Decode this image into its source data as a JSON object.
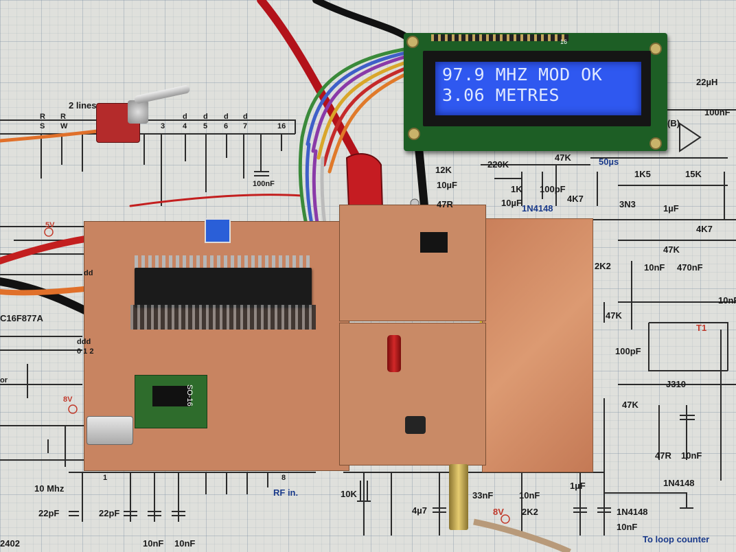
{
  "lcd": {
    "line1": "97.9 MHZ MOD OK",
    "line2": "3.06 METRES",
    "pin_label": "16"
  },
  "adapter_label": "SO-16",
  "schematic_labels": {
    "two_lines": "2 lines",
    "pin_r1": "R",
    "pin_r2": "R",
    "pin_w": "W",
    "pin_s": "S",
    "pin_3": "3",
    "pin_4": "4",
    "pin_5": "5",
    "pin_6": "6",
    "pin_7": "7",
    "pin_16": "16",
    "pin_d1": "d",
    "pin_d2": "d",
    "pin_d3": "d",
    "pin_d4": "d",
    "pin_1": "1",
    "pin_8": "8",
    "cap_100nF_top": "100nF",
    "v5": "5V",
    "v8_left": "8V",
    "v8_bottom": "8V",
    "mcu_name": "C16F877A",
    "ddd": "ddd",
    "port_012": "0 1 2",
    "dd": "dd",
    "or": "or",
    "xtal": "10 Mhz",
    "c22pF_a": "22pF",
    "c22pF_b": "22pF",
    "c10nF_a": "10nF",
    "c10nF_b": "10nF",
    "rf_in": "RF in.",
    "r10K": "10K",
    "c4u7": "4µ7",
    "c33nF": "33nF",
    "c10nF_c": "10nF",
    "c1uF_bottom": "1µF",
    "diode_a": "1N4148",
    "diode_b": "1N4148",
    "r2K2_bottom": "2K2",
    "c10nF_d": "10nF",
    "loop_counter": "To loop counter",
    "r12K": "12K",
    "r220K": "220K",
    "r47K_top": "47K",
    "tc50us": "50µs",
    "c10uF_a": "10µF",
    "r1K": "1K",
    "c100pF_a": "100pF",
    "c10uF_b": "10µF",
    "r47R_top": "47R",
    "r4K7_a": "4K7",
    "diode_c": "1N4148",
    "r1K5": "1K5",
    "r15K": "15K",
    "c3N3": "3N3",
    "c1uF_mid": "1µF",
    "r4K7_b": "4K7",
    "r47K_mid": "47K",
    "r2K2_mid": "2K2",
    "c10nF_e": "10nF",
    "c470nF": "470nF",
    "c10nF_f": "10nF",
    "r47K_low": "47K",
    "c100pF_b": "100pF",
    "t1": "T1",
    "j310": "J310",
    "r47K_j": "47K",
    "r47R_low": "47R",
    "c10nF_g": "10nF",
    "l22uH": "22µH",
    "c100nF_right": "100nF",
    "b_node": "(B)",
    "ref_2402": "2402"
  }
}
